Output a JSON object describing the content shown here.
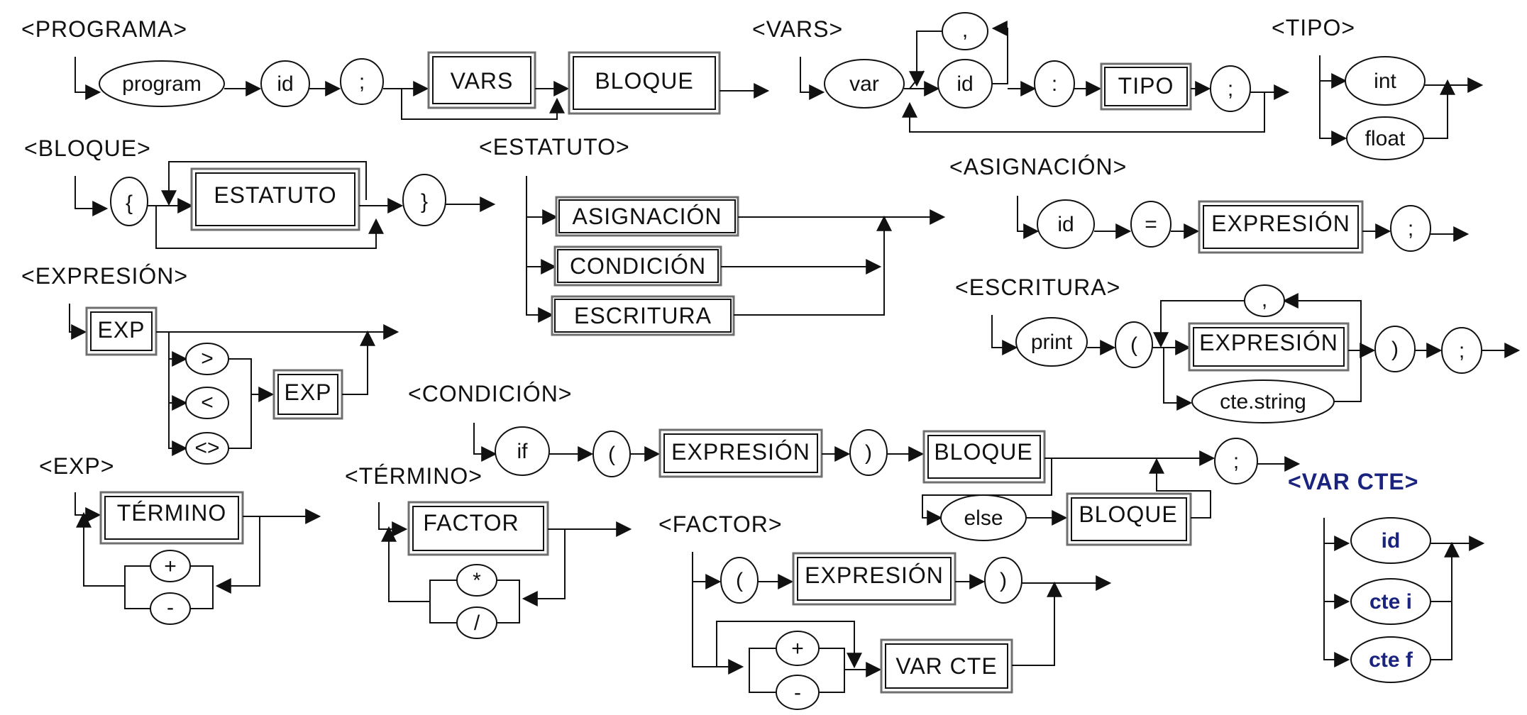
{
  "rules": {
    "programa": {
      "title": "<PROGRAMA>",
      "program": "program",
      "id": "id",
      "semicolon": ";",
      "vars": "VARS",
      "bloque": "BLOQUE"
    },
    "vars": {
      "title": "<VARS>",
      "var": "var",
      "comma": ",",
      "id": "id",
      "colon": ":",
      "tipo": "TIPO",
      "semicolon": ";"
    },
    "tipo": {
      "title": "<TIPO>",
      "int": "int",
      "float": "float"
    },
    "bloque": {
      "title": "<BLOQUE>",
      "open": "{",
      "estatuto": "ESTATUTO",
      "close": "}"
    },
    "estatuto": {
      "title": "<ESTATUTO>",
      "asignacion": "ASIGNACIÓN",
      "condicion": "CONDICIÓN",
      "escritura": "ESCRITURA"
    },
    "asignacion": {
      "title": "<ASIGNACIÓN>",
      "id": "id",
      "equals": "=",
      "expresion": "EXPRESIÓN",
      "semicolon": ";"
    },
    "expresion": {
      "title": "<EXPRESIÓN>",
      "exp": "EXP",
      "gt": ">",
      "lt": "<",
      "ne": "<>",
      "exp2": "EXP"
    },
    "escritura": {
      "title": "<ESCRITURA>",
      "print": "print",
      "open": "(",
      "comma": ",",
      "expresion": "EXPRESIÓN",
      "string": "cte.string",
      "close": ")",
      "semicolon": ";"
    },
    "condicion": {
      "title": "<CONDICIÓN>",
      "if": "if",
      "open": "(",
      "expresion": "EXPRESIÓN",
      "close": ")",
      "bloque": "BLOQUE",
      "else": "else",
      "bloque2": "BLOQUE",
      "semicolon": ";"
    },
    "exp": {
      "title": "<EXP>",
      "termino": "TÉRMINO",
      "plus": "+",
      "minus": "-"
    },
    "termino": {
      "title": "<TÉRMINO>",
      "factor": "FACTOR",
      "times": "*",
      "divide": "/"
    },
    "factor": {
      "title": "<FACTOR>",
      "open": "(",
      "expresion": "EXPRESIÓN",
      "close": ")",
      "plus": "+",
      "minus": "-",
      "varcte": "VAR CTE"
    },
    "varcte": {
      "title": "<VAR CTE>",
      "id": "id",
      "ctei": "cte i",
      "ctef": "cte f"
    }
  },
  "colors": {
    "line": "#111111",
    "box_border": "#6f6f6f",
    "varcte_text": "#1a237e"
  }
}
